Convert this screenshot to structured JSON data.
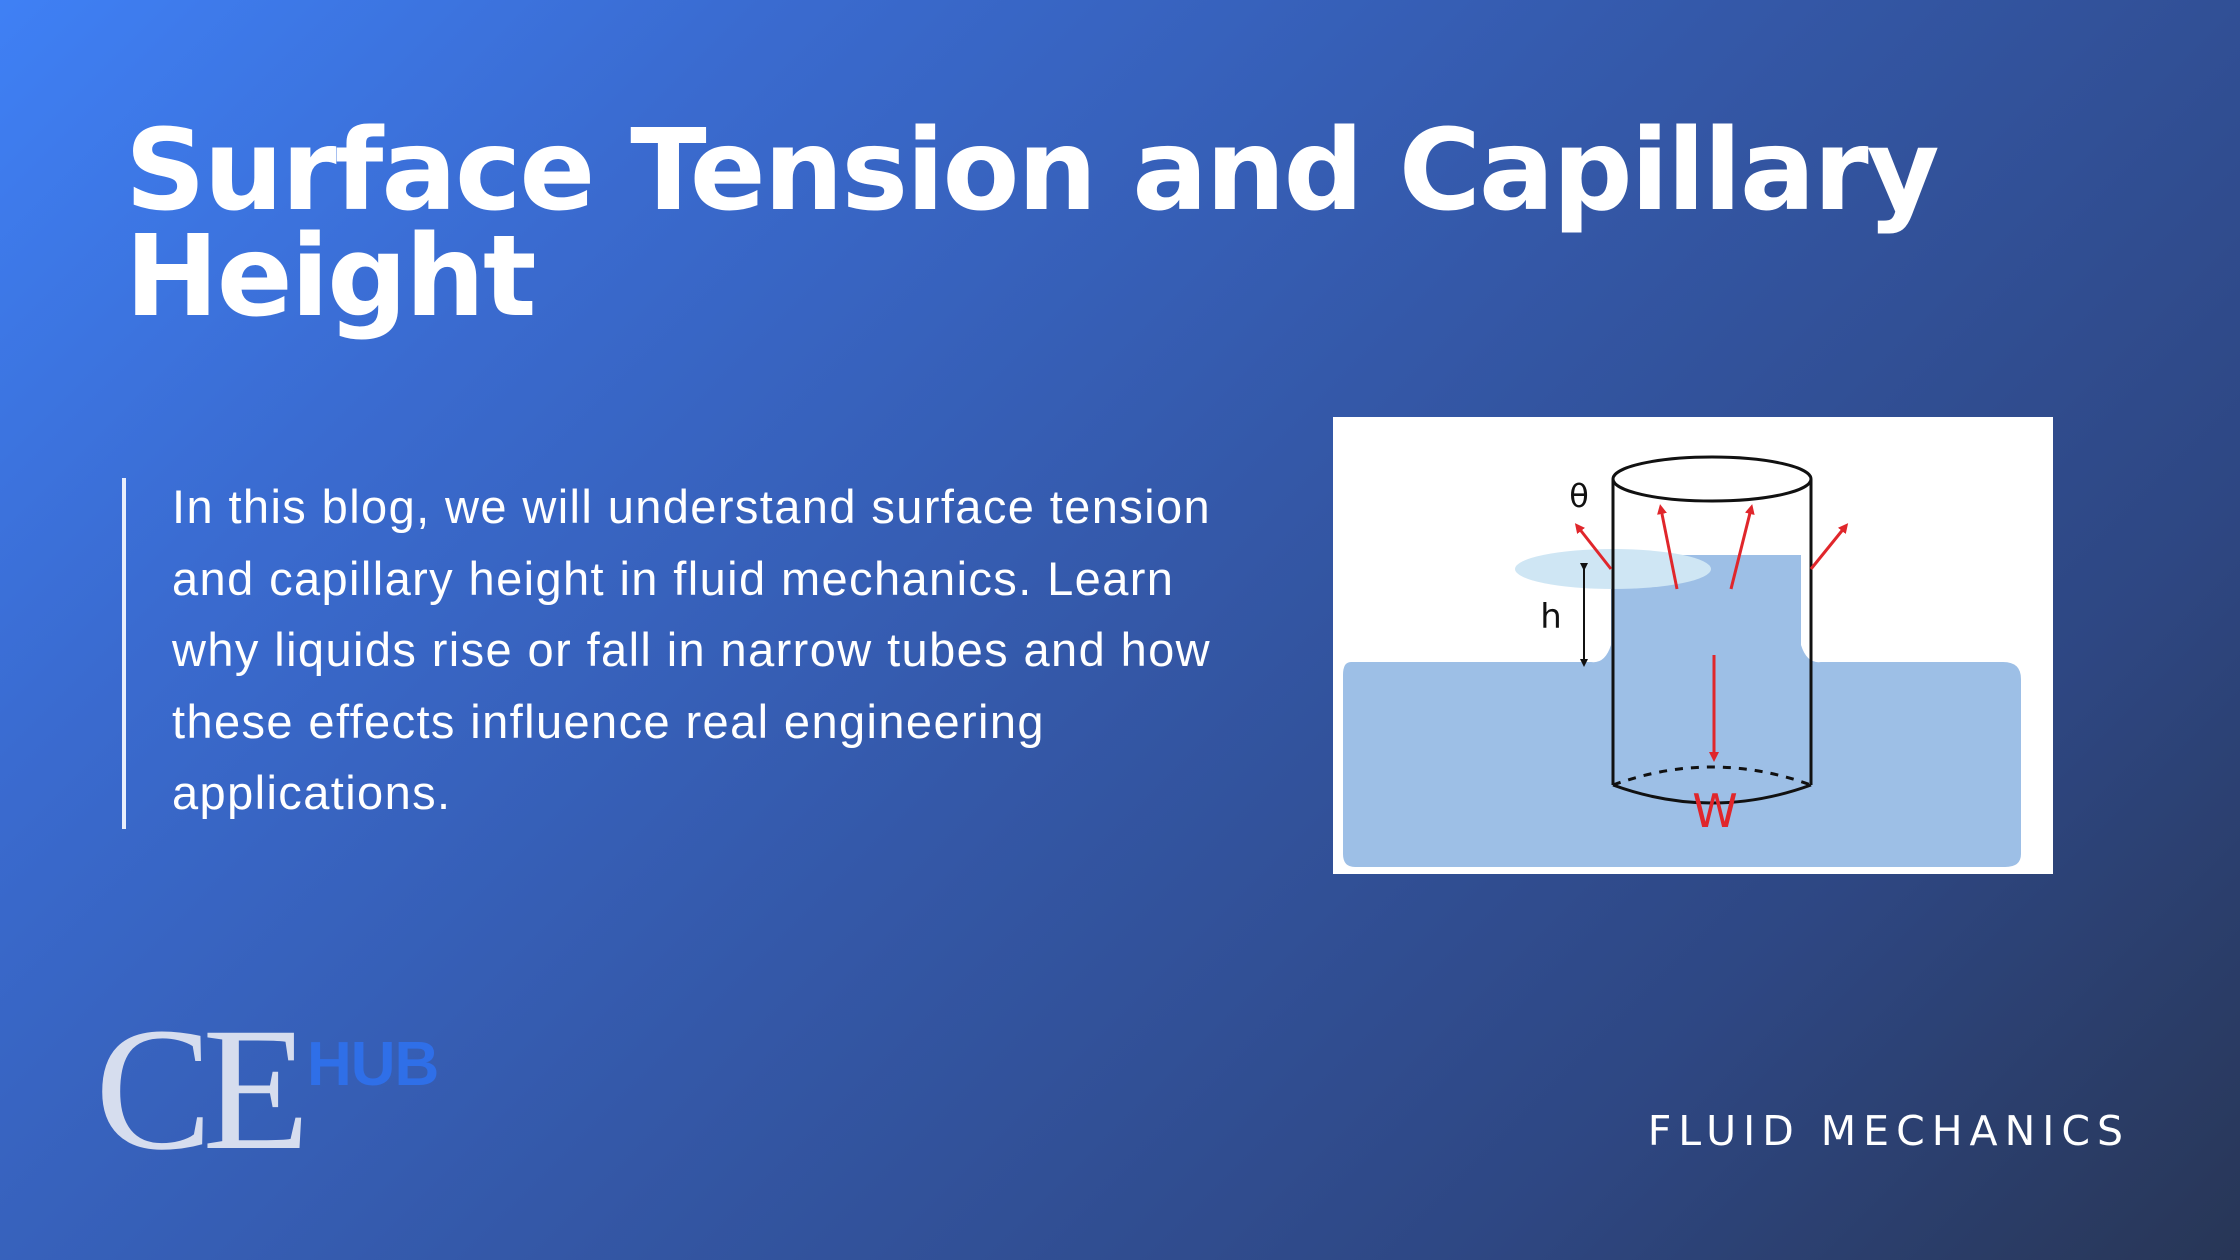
{
  "slide": {
    "title": "Surface Tension and Capillary Height",
    "description": "In this blog, we will understand surface tension and capillary height in fluid mechanics. Learn why liquids rise or fall in narrow tubes and how these effects influence real engineering applications.",
    "category": "FLUID MECHANICS"
  },
  "figure": {
    "labels": {
      "angle": "θ",
      "height": "h",
      "weight": "W"
    },
    "colors": {
      "water": "#9dbfe6",
      "meniscus": "#cfe6f4",
      "force_arrow": "#e0262b",
      "outline": "#111111"
    }
  },
  "logo": {
    "ce": "CE",
    "hub": "HUB"
  },
  "colors": {
    "background_start": "#3f80f5",
    "background_end": "#283656",
    "logo_hub": "#2f6fe8"
  }
}
